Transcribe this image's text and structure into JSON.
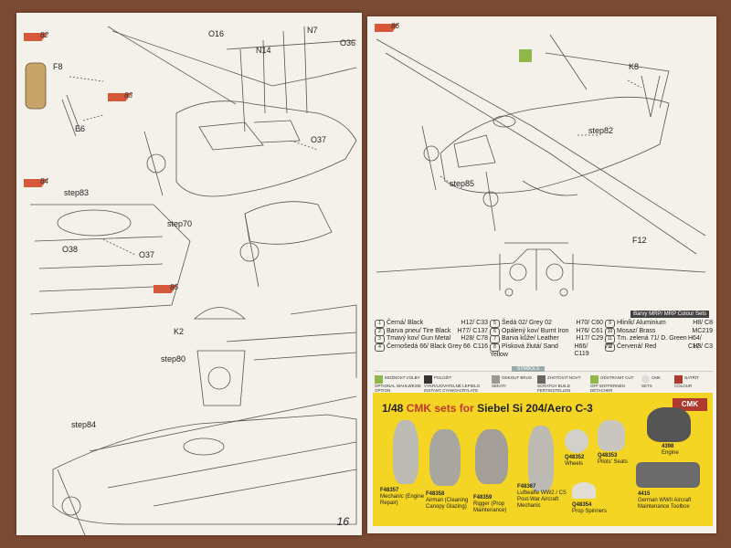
{
  "left_page": {
    "step_numbers": [
      "82",
      "83",
      "84",
      "85"
    ],
    "part_labels": {
      "o16": "O16",
      "n14": "N14",
      "n7": "N7",
      "o36": "O36",
      "f8": "F8",
      "e6": "E6",
      "o37a": "O37",
      "step83": "step83",
      "step70": "step70",
      "o38": "O38",
      "o37b": "O37",
      "k2": "K2",
      "step80": "step80",
      "step84": "step84"
    },
    "page_number": "16"
  },
  "right_page": {
    "step_number": "86",
    "part_labels": {
      "k8": "K8",
      "step82": "step82",
      "step85": "step85",
      "f12": "F12"
    },
    "paint_tag": "Barvy MRP/ MRP Colour Sets",
    "paints": [
      {
        "n": "1",
        "name": "Černá/ Black",
        "code": "H12/ C33"
      },
      {
        "n": "2",
        "name": "Barva pneu/ Tire Black",
        "code": "H77/ C137"
      },
      {
        "n": "3",
        "name": "Tmavý kov/ Gun Metal",
        "code": "H28/ C78"
      },
      {
        "n": "4",
        "name": "Černošedá 66/ Black Grey 66",
        "code": "C116"
      },
      {
        "n": "5",
        "name": "Šedá 02/ Grey 02",
        "code": "H70/ C60"
      },
      {
        "n": "6",
        "name": "Opálený kov/ Burnt Iron",
        "code": "H76/ C61"
      },
      {
        "n": "7",
        "name": "Barva kůže/ Leather",
        "code": "H17/ C29"
      },
      {
        "n": "8",
        "name": "Písková žlutá/ Sand Yellow",
        "code": "H66/ C119"
      },
      {
        "n": "9",
        "name": "Hliník/ Aluminium",
        "code": "H8/ C8"
      },
      {
        "n": "10",
        "name": "Mosaz/ Brass",
        "code": "MC219"
      },
      {
        "n": "11",
        "name": "Tm. zelená 71/ D. Green 71",
        "code": "H64/ C17"
      },
      {
        "n": "12",
        "name": "Červená/ Red",
        "code": "H3/ C3"
      }
    ],
    "symbols_title": "SYMBOLS",
    "symbols": [
      "MOŽNOST VOLBY OPTIONAL WAHLWEISE OPTION",
      "POLOŽIT VYKRAJOVATELNÉ LEPIDLO INSTANT CYANOACRYLATE GLUE",
      "ODKOUT BRUS SEKATI",
      "ZHOTOVIT NOVÝ SCRATCH BUILD FERTIGSTELLEN",
      "ODSTRANIT CUT OFF ENTFERNEN DÉTACHER",
      "CMK SETS",
      "NATŘÍT COLOUR"
    ],
    "ad": {
      "title_prefix": "1/48",
      "title_red": "CMK sets for",
      "title_rest": "Siebel Si 204/Aero C-3",
      "logo": "CMK",
      "products": [
        {
          "code": "F48357",
          "desc": "Mechanic (Engine Repair)"
        },
        {
          "code": "F48358",
          "desc": "Airman (Cleaning Canopy Glazing)"
        },
        {
          "code": "F48359",
          "desc": "Rigger (Prop Maintenance)"
        },
        {
          "code": "F48367",
          "desc": "Luftwaffe WW2 / CS Post-War Aircraft Mechanic"
        },
        {
          "code": "Q48352",
          "desc": "Wheels"
        },
        {
          "code": "Q48353",
          "desc": "Pilots' Seats"
        },
        {
          "code": "Q48354",
          "desc": "Prop Spinners"
        },
        {
          "code": "4398",
          "desc": "Engine"
        },
        {
          "code": "4415",
          "desc": "German WWII Aircraft Maintenance Toolbox"
        }
      ]
    }
  },
  "colors": {
    "background": "#7b4a33",
    "paper": "#f3f1ea",
    "ad_yellow": "#f4d524",
    "step_red": "#d6583a",
    "accent_green": "#8fb74a"
  }
}
